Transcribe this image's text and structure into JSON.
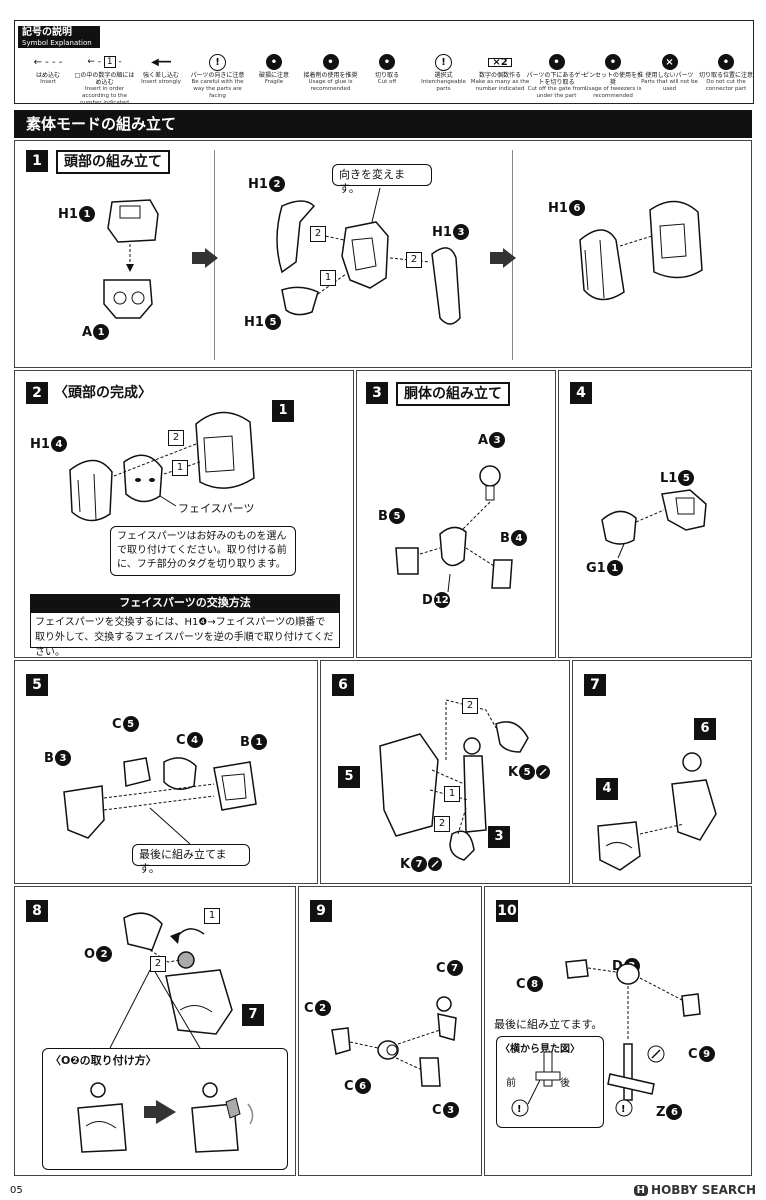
{
  "legend": {
    "title_jp": "記号の説明",
    "title_en": "Symbol Explanation",
    "symbols": [
      {
        "jp": "はめ込む",
        "en": "Insert",
        "icon": "insert-arrow-icon"
      },
      {
        "jp": "□の中の数字の順にはめ込む",
        "en": "Insert in order according to the number indicated",
        "icon": "numbered-insert-icon",
        "num": "1"
      },
      {
        "jp": "強く差し込む",
        "en": "Insert strongly",
        "icon": "strong-insert-icon"
      },
      {
        "jp": "パーツの向きに注意",
        "en": "Be careful with the way the parts are facing",
        "icon": "caution-icon"
      },
      {
        "jp": "破損に注意",
        "en": "Fragile",
        "icon": "fragile-icon"
      },
      {
        "jp": "接着剤の使用を推奨",
        "en": "Usage of glue is recommended",
        "icon": "glue-icon"
      },
      {
        "jp": "切り取る",
        "en": "Cut off",
        "icon": "scissors-icon"
      },
      {
        "jp": "選択式",
        "en": "Interchangeable parts",
        "icon": "interchangeable-icon"
      },
      {
        "jp": "数字の個数作る",
        "en": "Make as many as the number indicated",
        "icon": "multiply-icon",
        "num": "×2"
      },
      {
        "jp": "パーツの下にあるゲートを切り取る",
        "en": "Cut off the gate from under the part",
        "icon": "cut-gate-icon"
      },
      {
        "jp": "ピンセットの使用を推奨",
        "en": "Usage of tweezers is recommended",
        "icon": "tweezers-icon"
      },
      {
        "jp": "使用しないパーツ",
        "en": "Parts that will not be used",
        "icon": "unused-icon"
      },
      {
        "jp": "切り取る位置に注意",
        "en": "Do not cut the connector part",
        "icon": "cut-caution-icon"
      }
    ]
  },
  "section_title": "素体モードの組み立て",
  "steps": {
    "s1": {
      "num": "1",
      "title": "頭部の組み立て",
      "callout": "向きを変えます。",
      "labels": [
        "H1",
        "A",
        "H1",
        "H1",
        "H1",
        "H1"
      ],
      "nums": [
        "1",
        "1",
        "2",
        "3",
        "5",
        "6"
      ]
    },
    "s2": {
      "num": "2",
      "title": "〈頭部の完成〉",
      "face_label": "フェイスパーツ",
      "ref": "1",
      "note": "フェイスパーツはお好みのものを選んで取り付けてください。取り付ける前に、フチ部分のタグを切り取ります。",
      "how_title": "フェイスパーツの交換方法",
      "how_text": "フェイスパーツを交換するには、H1❹→フェイスパーツの順番で取り外して、交換するフェイスパーツを逆の手順で取り付けてください。",
      "h1": "H1",
      "h1num": "4"
    },
    "s3": {
      "num": "3",
      "title": "胴体の組み立て"
    },
    "s4": {
      "num": "4"
    },
    "s5": {
      "num": "5",
      "note": "最後に組み立てます。"
    },
    "s6": {
      "num": "6"
    },
    "s7": {
      "num": "7"
    },
    "s8": {
      "num": "8",
      "sub": "〈O❷の取り付け方〉"
    },
    "s9": {
      "num": "9"
    },
    "s10": {
      "num": "10",
      "note": "最後に組み立てます。",
      "side": "〈横から見た図〉",
      "front": "前",
      "back": "後"
    }
  },
  "parts": {
    "A": "A",
    "B": "B",
    "C": "C",
    "D": "D",
    "G": "G1",
    "L": "L1",
    "K": "K",
    "O": "O",
    "Z": "Z"
  },
  "footer": {
    "page": "05",
    "watermark": "HOBBY SEARCH",
    "wm_badge": "H"
  }
}
